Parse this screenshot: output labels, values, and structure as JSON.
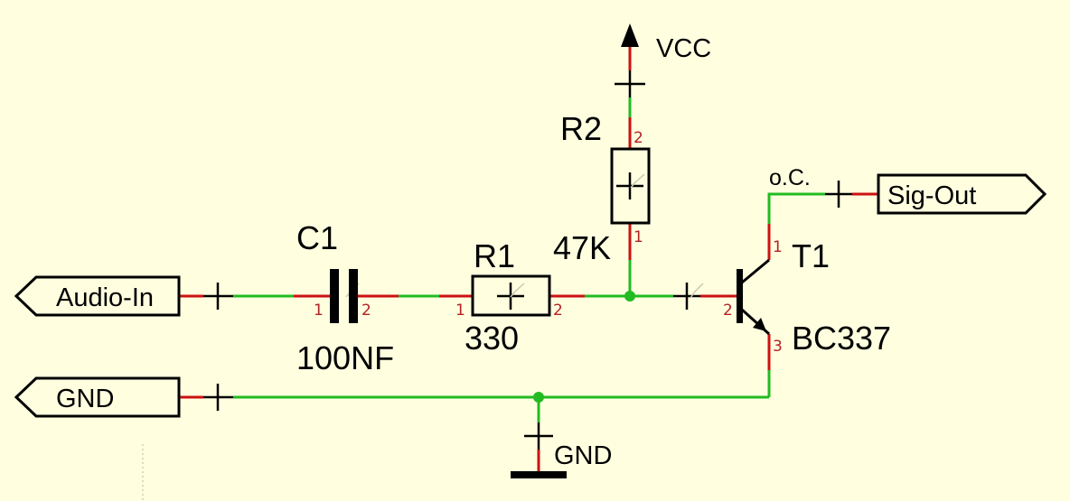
{
  "colors": {
    "background": "#ffffe0",
    "wire": "#22bb22",
    "pin_lead": "#cc1111",
    "pin_number": "#b22222",
    "junction": "#22bb22",
    "symbol": "#000000"
  },
  "ports": {
    "audio_in": "Audio-In",
    "gnd_in": "GND",
    "sig_out": "Sig-Out"
  },
  "supplies": {
    "vcc": "VCC",
    "gnd": "GND"
  },
  "components": {
    "c1": {
      "ref": "C1",
      "value": "100NF",
      "pin1": "1",
      "pin2": "2"
    },
    "r1": {
      "ref": "R1",
      "value": "330",
      "pin1": "1",
      "pin2": "2"
    },
    "r2": {
      "ref": "R2",
      "value": "47K",
      "pin1": "1",
      "pin2": "2"
    },
    "t1": {
      "ref": "T1",
      "value": "BC337",
      "pin1": "1",
      "pin2": "2",
      "pin3": "3"
    }
  },
  "annotations": {
    "open_collector": "o.C."
  }
}
